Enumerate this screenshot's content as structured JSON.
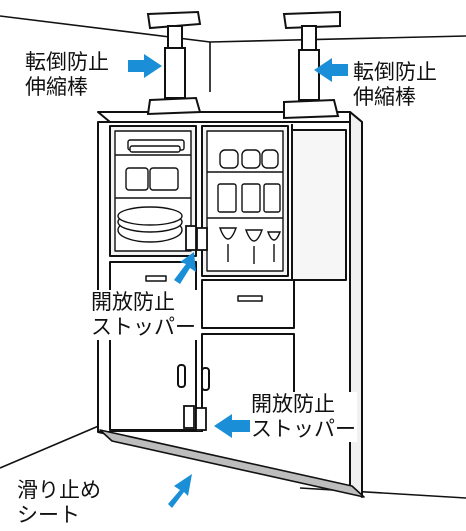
{
  "labels": {
    "tension_rod_left": "転倒防止\n伸縮棒",
    "tension_rod_right": "転倒防止\n伸縮棒",
    "stopper_upper": "開放防止\nストッパー",
    "stopper_lower": "開放防止\nストッパー",
    "anti_slip_sheet": "滑り止め\nシート"
  },
  "colors": {
    "line": "#111111",
    "arrow": "#1a8fd8",
    "glass": "#eeeeee",
    "body": "#ffffff",
    "sheet": "#bdbdbd",
    "shadow": "#d9d9d9"
  }
}
